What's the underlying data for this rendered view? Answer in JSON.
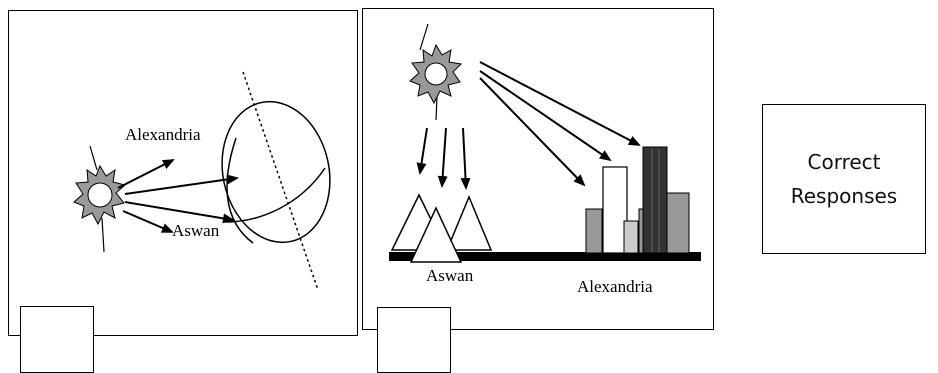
{
  "left_diagram": {
    "labels": {
      "alexandria": "Alexandria",
      "aswan": "Aswan"
    }
  },
  "right_diagram": {
    "labels": {
      "aswan": "Aswan",
      "alexandria": "Alexandria"
    }
  },
  "correct_box": {
    "line1": "Correct",
    "line2": "Responses"
  },
  "colors": {
    "ink": "#000000",
    "building_light": "#cccccc",
    "building_mid": "#999999",
    "building_dark": "#333333",
    "ground": "#000000"
  }
}
